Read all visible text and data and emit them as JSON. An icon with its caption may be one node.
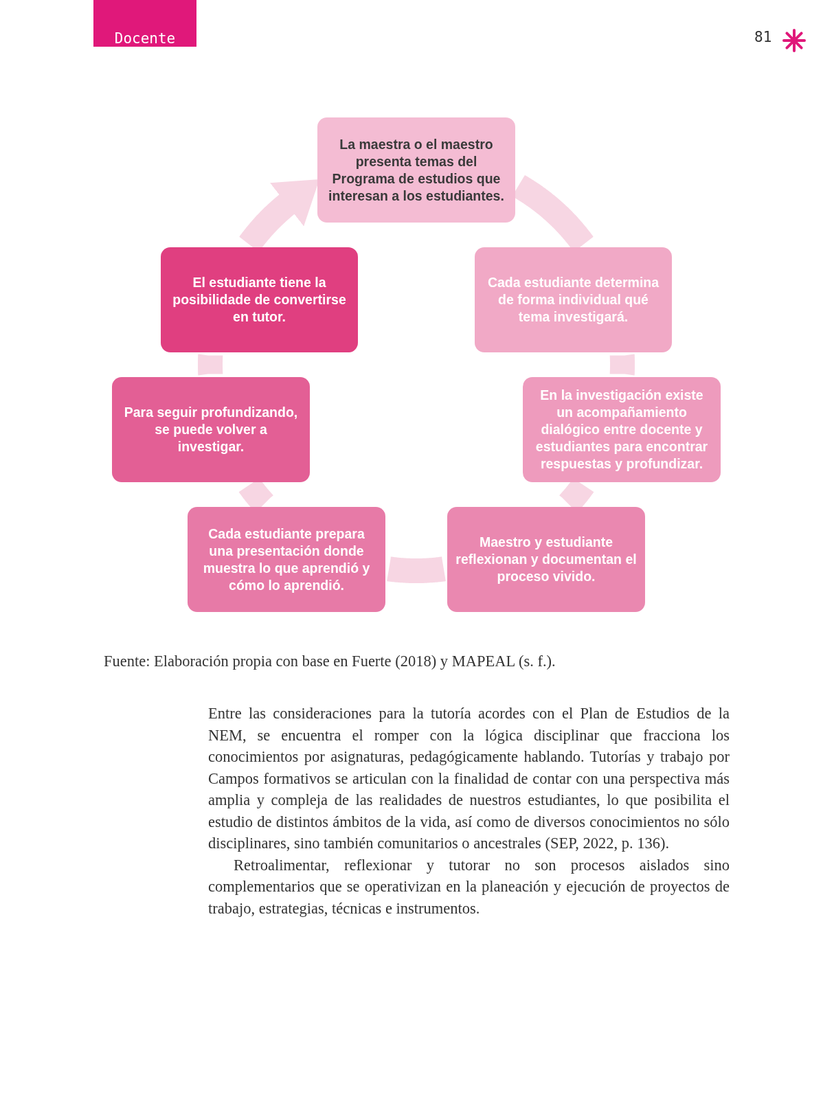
{
  "diagram": {
    "caption": "Fuente: Elaboración propia con base en Fuerte (2018) y MAPEAL (s. f.).",
    "nodes": [
      {
        "text": [
          "La maestra o el maestro presenta temas del Programa de estudios que interesan a los estudiantes."
        ]
      },
      {
        "text": [
          "Cada estudiante determina de forma individual qué tema investigará."
        ]
      },
      {
        "text": [
          "En la investigación existe un acompañamiento dialógico entre docente y estudiantes para encontrar respuestas y profundizar."
        ]
      },
      {
        "text": [
          "Maestro y estudiante reflexionan y documentan el proceso vivido."
        ]
      },
      {
        "text": [
          "Cada estudiante prepara una presentación donde muestra lo que aprendió y cómo lo aprendió."
        ]
      },
      {
        "text": [
          "Para seguir profundizando, se puede volver a investigar."
        ]
      },
      {
        "text": [
          "El estudiante tiene la posibilidade de convertirse en tutor."
        ]
      }
    ],
    "edges": [
      {
        "from": 0,
        "to": 1,
        "arrow": "none"
      },
      {
        "from": 1,
        "to": 2,
        "arrow": "none"
      },
      {
        "from": 2,
        "to": 3,
        "arrow": "none"
      },
      {
        "from": 3,
        "to": 4,
        "arrow": "none"
      },
      {
        "from": 4,
        "to": 5,
        "arrow": "none"
      },
      {
        "from": 5,
        "to": 6,
        "arrow": "none"
      },
      {
        "from": 6,
        "to": 0,
        "arrow": "to"
      }
    ],
    "labels": [
      "Docente",
      "81",
      "Entre las consideraciones para la tutoría acordes con el Plan de Estudios de la NEM, se encuentra el romper con la lógica disciplinar que fracciona los conocimientos por asignaturas, pedagógicamente hablando. Tutorías y trabajo por Campos formativos se articulan con la finalidad de contar con una perspectiva más amplia y compleja de las realidades de nuestros estudiantes, lo que posibilita el estudio de distintos ámbitos de la vida, así como de diversos conocimientos no sólo disciplinares, sino también comunitarios o ancestrales (SEP, 2022, p. 136).",
      "Retroalimentar, reflexionar y tutorar no son procesos aislados sino complementarios que se operativizan en la planeación y ejecución de proyectos de trabajo, estrategias, técnicas e instrumentos."
    ]
  }
}
